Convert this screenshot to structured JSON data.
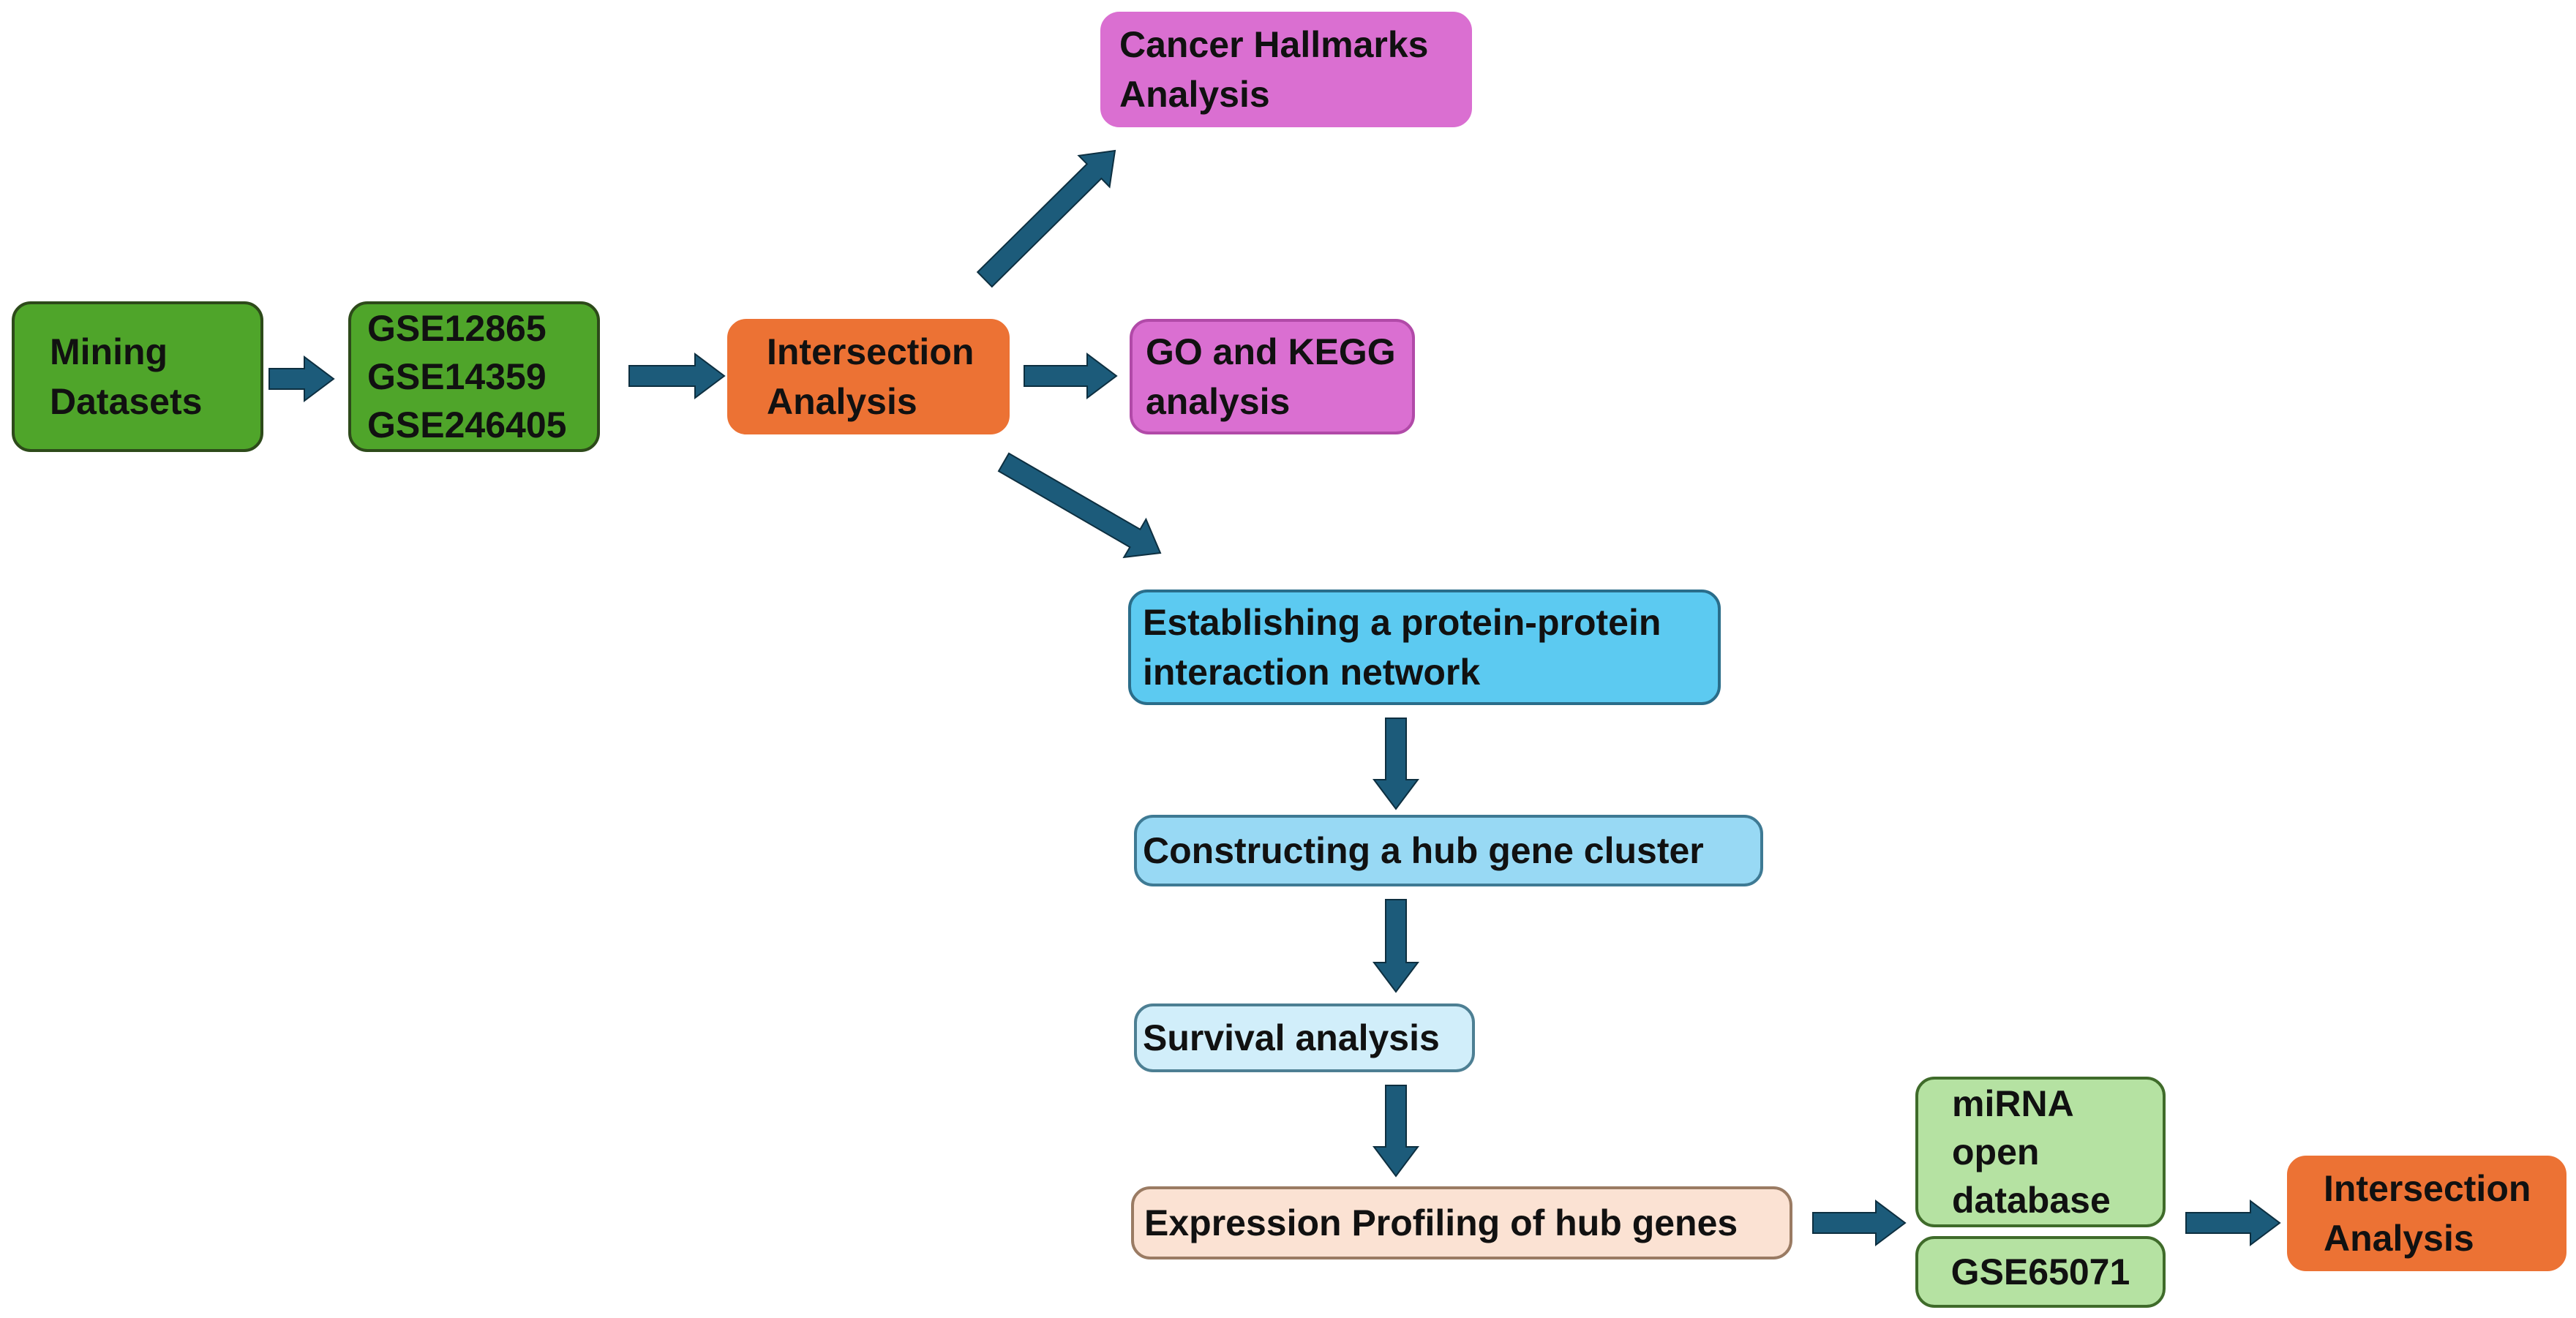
{
  "colors": {
    "arrow": "#1c5b7a",
    "mining": "#4fa52a",
    "datasets": "#4fa52a",
    "intersection": "#ec7234",
    "hallmarks": "#da6fd1",
    "go_kegg": "#da6fd1",
    "ppi": "#5ccaf1",
    "hub_cluster": "#98d9f4",
    "survival": "#d1eefa",
    "expression": "#fbe2d3",
    "mirna": "#b5e2a2",
    "gse65071": "#b5e2a2"
  },
  "nodes": {
    "mining": {
      "lines": [
        "Mining",
        "Datasets"
      ]
    },
    "datasets": {
      "lines": [
        "GSE12865",
        "GSE14359",
        "GSE246405"
      ]
    },
    "intersection": {
      "lines": [
        "Intersection",
        "Analysis"
      ]
    },
    "hallmarks": {
      "lines": [
        "Cancer Hallmarks",
        "Analysis"
      ]
    },
    "go_kegg": {
      "lines": [
        "GO and KEGG",
        "analysis"
      ]
    },
    "ppi": {
      "lines": [
        "Establishing a protein-protein",
        "interaction network"
      ]
    },
    "hub_cluster": {
      "lines": [
        "Constructing a hub gene cluster"
      ]
    },
    "survival": {
      "lines": [
        "Survival analysis"
      ]
    },
    "expression": {
      "lines": [
        "Expression Profiling of hub genes"
      ]
    },
    "mirna": {
      "lines": [
        "miRNA",
        "open",
        "database"
      ]
    },
    "gse65071": {
      "lines": [
        "GSE65071"
      ]
    },
    "intersection2": {
      "lines": [
        "Intersection",
        "Analysis"
      ]
    }
  }
}
